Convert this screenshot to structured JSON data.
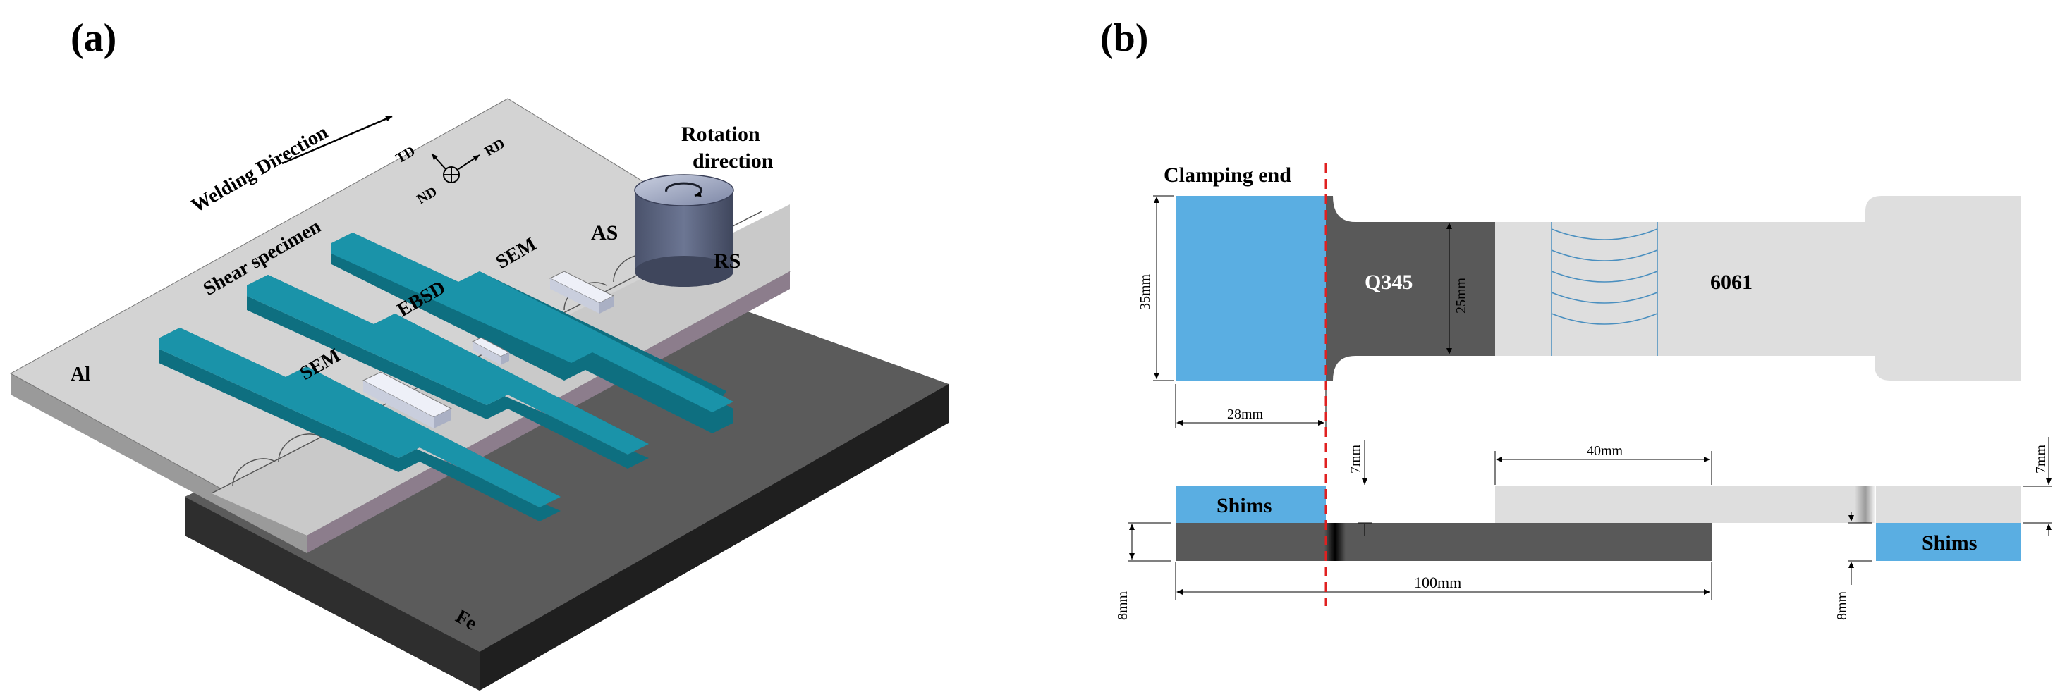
{
  "panel_a": {
    "label": "(a)",
    "welding_direction": "Welding Direction",
    "axes": {
      "td": "TD",
      "rd": "RD",
      "nd": "ND"
    },
    "rotation_direction": [
      "Rotation",
      "direction"
    ],
    "as": "AS",
    "rs": "RS",
    "shear_specimen": "Shear specimen",
    "sem_top": "SEM",
    "ebsd": "EBSD",
    "sem_bottom": "SEM",
    "al": "Al",
    "fe": "Fe",
    "colors": {
      "specimen": "#1a93a9",
      "al_plate": "#d3d3d3",
      "fe_plate": "#5b5b5b",
      "tool": "#6b7590"
    }
  },
  "panel_b": {
    "label": "(b)",
    "clamping_end": "Clamping end",
    "q345": "Q345",
    "alloy_6061": "6061",
    "dim_35": "35mm",
    "dim_25": "25mm",
    "dim_28": "28mm",
    "dim_7_left": "7mm",
    "dim_7_right": "7mm",
    "dim_40": "40mm",
    "dim_100": "100mm",
    "dim_8_left": "8mm",
    "dim_8_right": "8mm",
    "shims_left": "Shims",
    "shims_right": "Shims",
    "colors": {
      "shim": "#5aaee2",
      "steel": "#595959",
      "aluminum": "#dedede",
      "red_line": "#e02020"
    }
  }
}
